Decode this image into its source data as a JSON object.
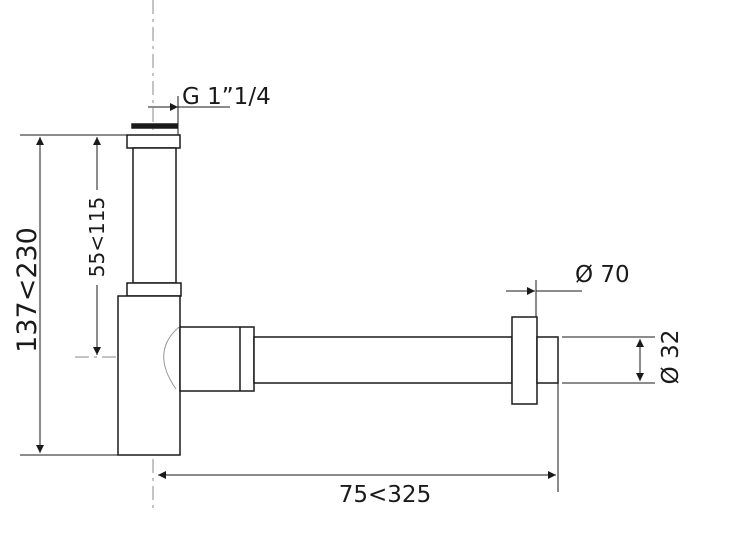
{
  "diagram": {
    "thread_label": "G 1”1/4",
    "overall_height_label": "137<230",
    "tube_height_label": "55<115",
    "wall_distance_label": "75<325",
    "flange_diameter_label": "Ø 70",
    "pipe_diameter_label": "Ø 32",
    "line_color": "#1a1a1a",
    "center_line_color": "#888888"
  }
}
